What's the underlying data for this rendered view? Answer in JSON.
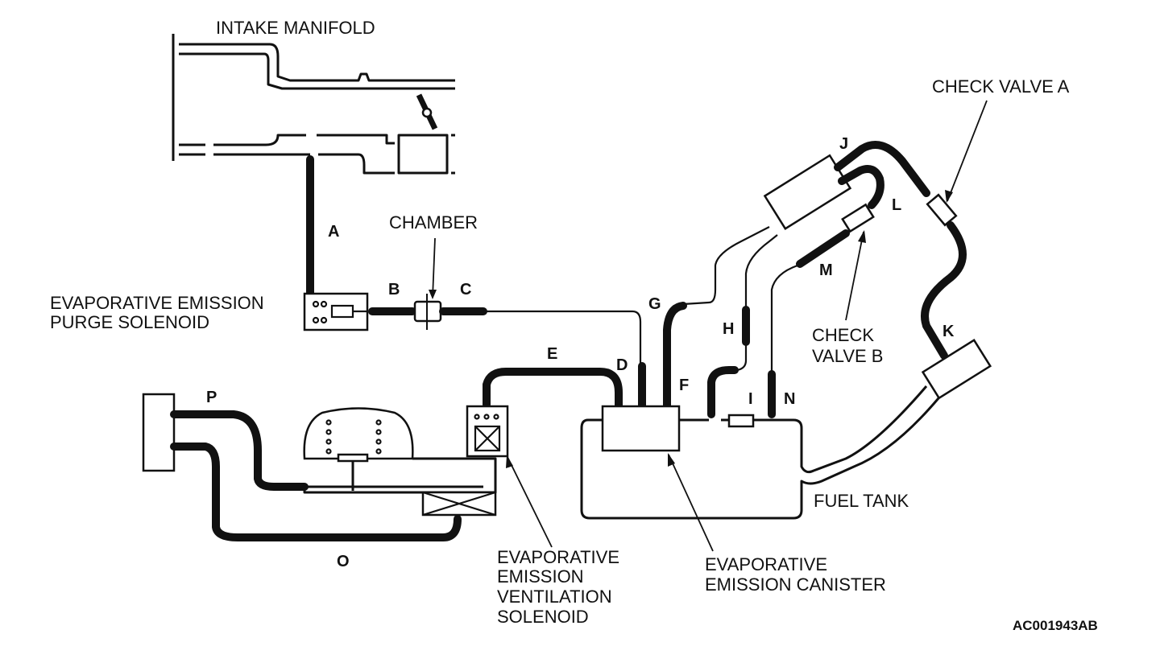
{
  "labels": {
    "intake_manifold": "INTAKE MANIFOLD",
    "chamber": "CHAMBER",
    "check_valve_a": "CHECK VALVE A",
    "check_valve_b_line1": "CHECK",
    "check_valve_b_line2": "VALVE B",
    "purge_solenoid_line1": "EVAPORATIVE EMISSION",
    "purge_solenoid_line2": "PURGE SOLENOID",
    "ventilation_solenoid_line1": "EVAPORATIVE",
    "ventilation_solenoid_line2": "EMISSION",
    "ventilation_solenoid_line3": "VENTILATION",
    "ventilation_solenoid_line4": "SOLENOID",
    "canister_line1": "EVAPORATIVE",
    "canister_line2": "EMISSION CANISTER",
    "fuel_tank": "FUEL TANK",
    "reference_code": "AC001943AB"
  },
  "hoses": {
    "a": "A",
    "b": "B",
    "c": "C",
    "d": "D",
    "e": "E",
    "f": "F",
    "g": "G",
    "h": "H",
    "i": "I",
    "j": "J",
    "k": "K",
    "l": "L",
    "m": "M",
    "n": "N",
    "o": "O",
    "p": "P"
  }
}
